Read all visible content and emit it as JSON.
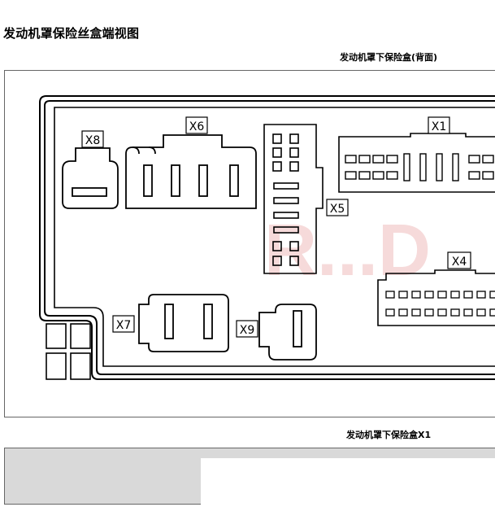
{
  "page": {
    "title": "发动机罩保险丝盒端视图",
    "figure_caption": "发动机罩下保险盒(背面)",
    "table_caption": "发动机罩下保险盒X1"
  },
  "connectors": {
    "x1": "X1",
    "x4": "X4",
    "x5": "X5",
    "x6": "X6",
    "x7": "X7",
    "x8": "X8",
    "x9": "X9"
  },
  "watermark": "R...D",
  "colors": {
    "line": "#000000",
    "watermark": "#f6dada",
    "table_header": "#d9d9d9"
  }
}
